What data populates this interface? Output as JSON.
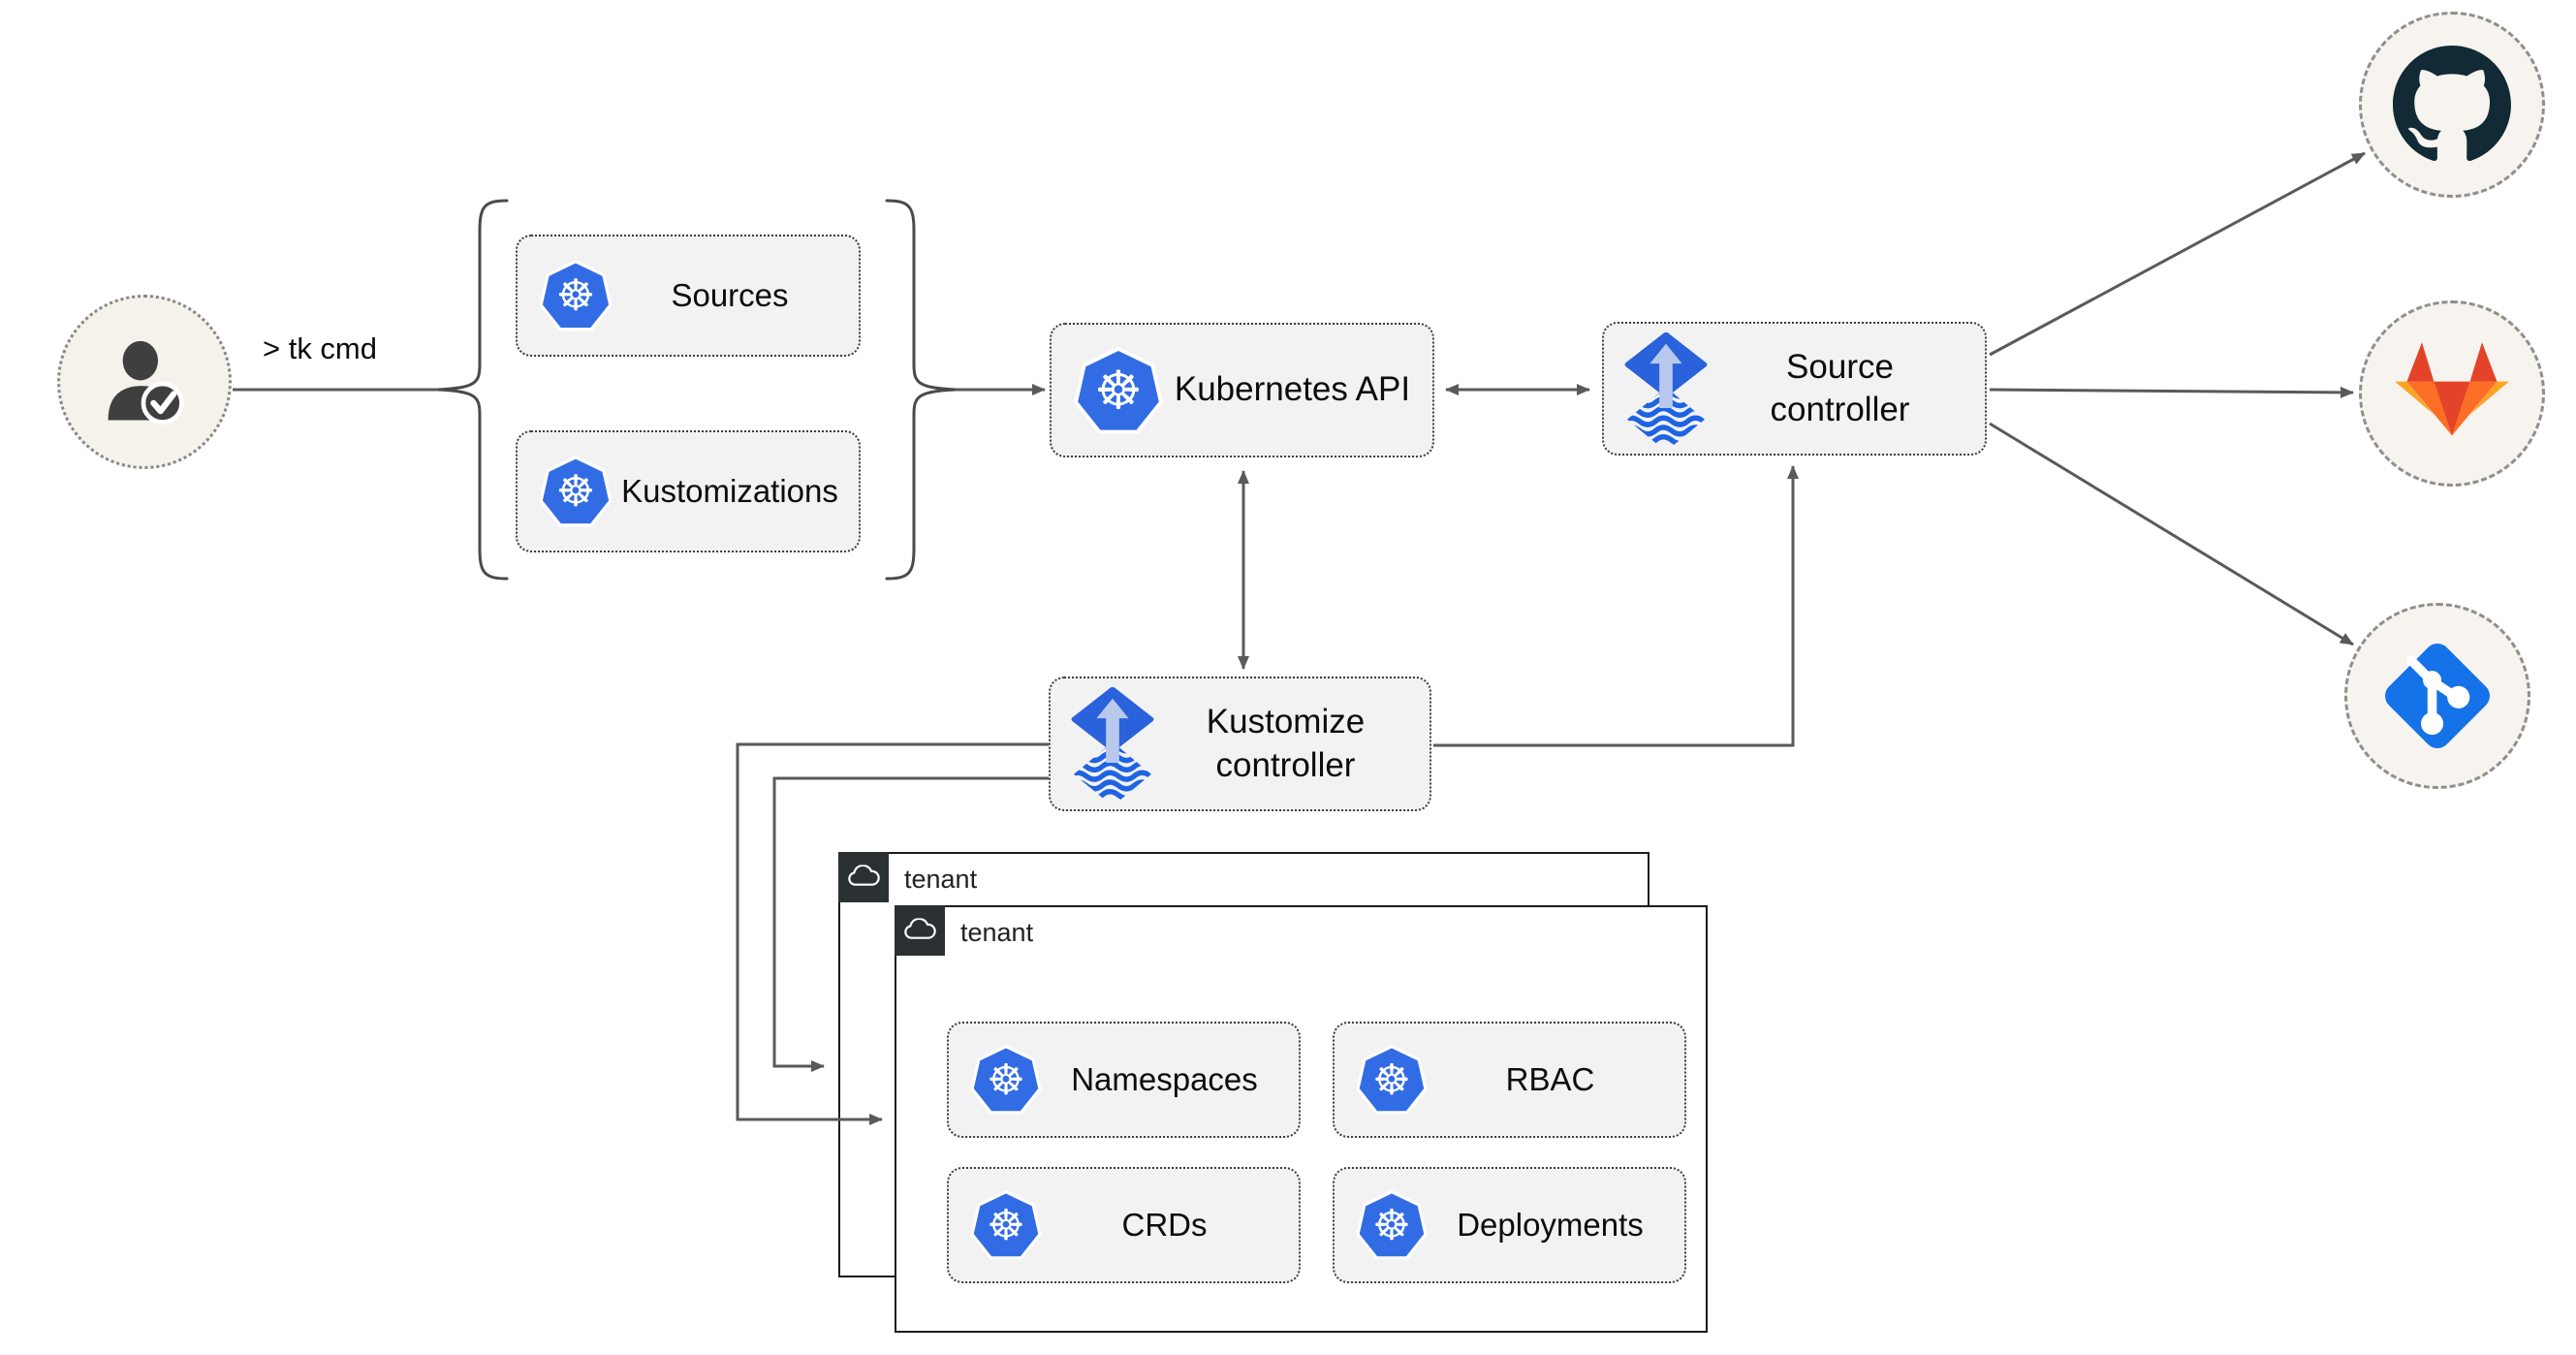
{
  "diagram": {
    "title_hint": "GitOps toolkit flow diagram",
    "user": {
      "command_label": "> tk cmd",
      "icon": "user-check-icon"
    },
    "bracket_group": {
      "sources": {
        "label": "Sources",
        "icon": "kubernetes-icon"
      },
      "kustomizations": {
        "label": "Kustomizations",
        "icon": "kubernetes-icon"
      }
    },
    "kubernetes_api": {
      "label": "Kubernetes API",
      "icon": "kubernetes-icon"
    },
    "source_controller": {
      "label": "Source\ncontroller",
      "icon": "flux-icon"
    },
    "kustomize_controller": {
      "label": "Kustomize\ncontroller",
      "icon": "flux-icon"
    },
    "remotes": {
      "github": {
        "icon": "github-icon"
      },
      "gitlab": {
        "icon": "gitlab-icon"
      },
      "git": {
        "icon": "git-icon"
      }
    },
    "tenant_back": {
      "label": "tenant",
      "icon": "cloud-icon"
    },
    "tenant_front": {
      "label": "tenant",
      "icon": "cloud-icon",
      "resources": {
        "namespaces": {
          "label": "Namespaces",
          "icon": "kubernetes-icon"
        },
        "rbac": {
          "label": "RBAC",
          "icon": "kubernetes-icon"
        },
        "crds": {
          "label": "CRDs",
          "icon": "kubernetes-icon"
        },
        "deployments": {
          "label": "Deployments",
          "icon": "kubernetes-icon"
        }
      }
    },
    "colors": {
      "box_fill": "#f2f2f2",
      "box_border": "#3d3d3d",
      "arrow": "#5a5a5a",
      "kubernetes_blue": "#326ce5",
      "flux_blue": "#2a62dc",
      "flux_light_blue": "#b9c9ee",
      "flux_wave_blue": "#1e63e3",
      "tenant_badge": "#2b3033",
      "github_dark": "#112a35",
      "gitlab_red": "#e24329",
      "gitlab_orange": "#fc6d26",
      "gitlab_light_orange": "#fca326",
      "git_blue": "#1572e8",
      "remote_circle_fill": "#f7f3ee"
    }
  }
}
